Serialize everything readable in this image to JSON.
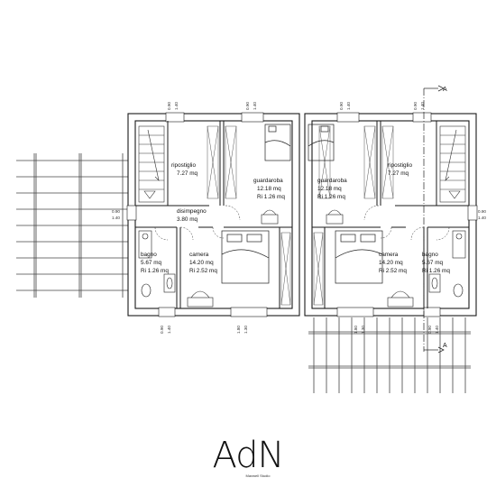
{
  "rooms": {
    "left": {
      "ripostiglio": {
        "name": "ripostiglio",
        "area": "7.27 mq"
      },
      "guardaroba": {
        "name": "guardaroba",
        "area": "12.18 mq",
        "ri": "Ri 1.26 mq"
      },
      "disimpegno": {
        "name": "disimpegno",
        "area": "3.80 mq"
      },
      "bagno": {
        "name": "bagno",
        "area": "5.67 mq",
        "ri": "Ri 1.26 mq"
      },
      "camera": {
        "name": "camera",
        "area": "14.20 mq",
        "ri": "Ri 2.52 mq"
      }
    },
    "right": {
      "guardaroba": {
        "name": "guardaroba",
        "area": "12.18 mq",
        "ri": "Ri 1.26 mq"
      },
      "ripostiglio": {
        "name": "ripostiglio",
        "area": "7.27 mq"
      },
      "camera": {
        "name": "camera",
        "area": "14.20 mq",
        "ri": "Ri 2.52 mq"
      },
      "bagno": {
        "name": "bagno",
        "area": "5.67 mq",
        "ri": "Ri 1.26 mq"
      }
    }
  },
  "dimensions": {
    "window_sill": "0.90",
    "window_height": "1.40",
    "door_sill": "1.80",
    "door_height": "1.30"
  },
  "section_marker": "A",
  "logo": {
    "mark": "AdN",
    "subtitle": "Maxwell Studio"
  },
  "colors": {
    "line": "#111111",
    "wall": "#1a1a1a",
    "hatch": "#555555",
    "paper": "#ffffff"
  }
}
